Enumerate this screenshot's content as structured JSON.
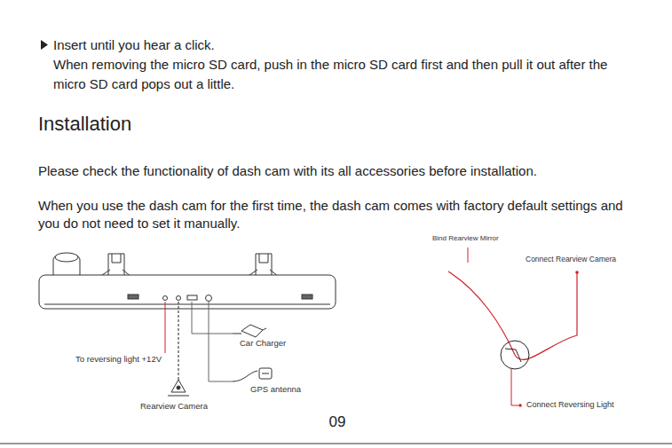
{
  "diagram": {
    "title": "Installation",
    "labels": [
      "Insert until you hear a click.",
      "When removing the micro SD card, push in the micro SD card first and then pull it out after the micro SD card pops out a little.",
      "Please check the functionality of dash cam with its all accessories before installation.",
      "When you use the dash cam for the first time, the dash cam comes with factory default settings and you do not need to set it manually.",
      "Bind Rearview Mirror",
      "Connect Rearview Camera",
      "Car Charger",
      "To reversing light +12V",
      "GPS antenna",
      "Rearview Camera",
      "Connect Reversing Light",
      "09"
    ]
  }
}
